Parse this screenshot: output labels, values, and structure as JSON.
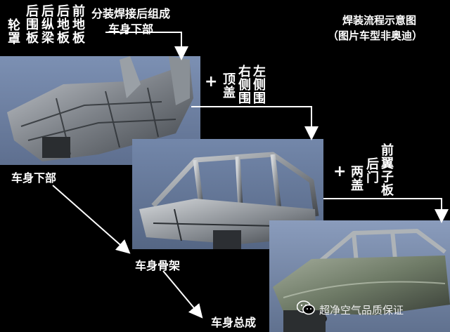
{
  "top_left_parts": [
    "前地板",
    "后地板",
    "后纵梁",
    "后围板",
    "轮罩"
  ],
  "assembly_label_line1": "分装焊接后组成",
  "assembly_label_line2": "车身下部",
  "title_line1": "焊装流程示意图",
  "title_line2": "（图片车型非奥迪）",
  "step2_parts": [
    "左侧围",
    "右侧围",
    "顶盖"
  ],
  "step3_parts": [
    "前翼子板",
    "后门",
    "两盖"
  ],
  "plus_sign": "+",
  "stage1_label": "车身下部",
  "stage2_label": "车身骨架",
  "stage3_label": "车身总成",
  "watermark_text": "超净空气品质保证",
  "colors": {
    "background": "#000000",
    "arrow": "#ffffff",
    "photo_bg_blue": "#6f84a8",
    "car_metal": "#8c9296",
    "car_green": "#6e7a66"
  },
  "icons": [
    "wechat-icon"
  ]
}
